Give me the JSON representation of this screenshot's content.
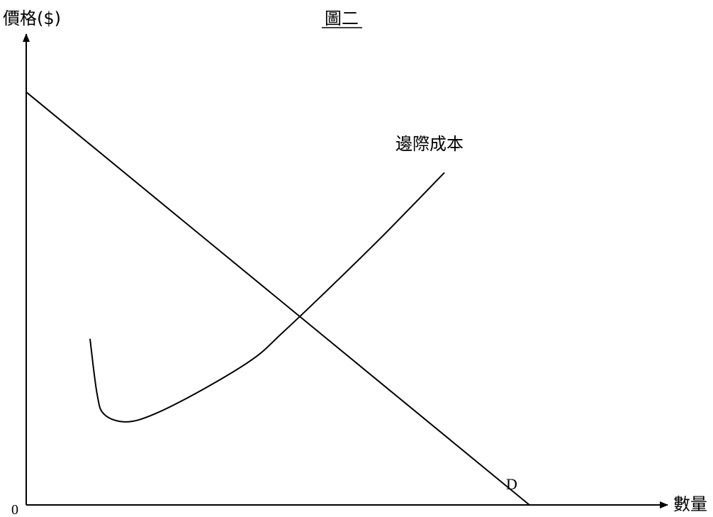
{
  "chart_data": {
    "type": "line",
    "title": "圖二",
    "ylabel": "價格($)",
    "xlabel": "數量",
    "origin_label": "0",
    "grid": false,
    "legend": "none",
    "series": [
      {
        "name": "D",
        "points": [
          [
            0,
            82
          ],
          [
            71,
            0
          ]
        ]
      },
      {
        "name": "邊際成本",
        "points": [
          [
            9,
            33
          ],
          [
            10,
            22
          ],
          [
            11,
            18
          ],
          [
            14,
            16.5
          ],
          [
            18,
            18
          ],
          [
            25,
            23
          ],
          [
            32,
            29
          ],
          [
            36,
            34
          ],
          [
            42,
            42
          ],
          [
            50,
            53
          ],
          [
            59,
            66
          ]
        ]
      }
    ],
    "colors": {
      "line": "#000000",
      "background": "#ffffff"
    }
  }
}
